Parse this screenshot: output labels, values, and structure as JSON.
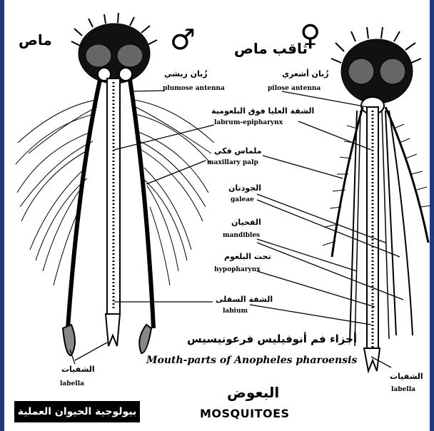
{
  "colors": {
    "frame_left": "#1f3a7a",
    "frame_right": "#1f3a7a",
    "ink": "#000000",
    "background": "#ffffff"
  },
  "male": {
    "symbol": "♂",
    "title_ar": "ماص"
  },
  "female": {
    "symbol": "♀",
    "title_ar": "ثاقب ماص"
  },
  "labels": {
    "plumose_ar": "زُبان ريشي",
    "plumose_en": "plumose antenna",
    "pilose_ar": "زُبان أشعري",
    "pilose_en": "pilose antenna",
    "labrum_ar": "الشفة العليا فوق البلعومية",
    "labrum_en": "labrum-epipharynx",
    "maxpalp_ar": "ملماس فكي",
    "maxpalp_en": "maxillary palp",
    "galeae_ar": "الجوذتان",
    "galeae_en": "galeae",
    "mandibles_ar": "الفحيان",
    "mandibles_en": "mandibles",
    "hypo_ar": "تحت البلعوم",
    "hypo_en": "hypopharynx",
    "labium_ar": "الشفة السفلى",
    "labium_en": "labium",
    "labella_left_ar": "الشفيات",
    "labella_left_en": "labella",
    "labella_right_ar": "الشفيات",
    "labella_right_en": "labella"
  },
  "caption": {
    "ar": "أجزاء فم أنوفيليس فرعونيسيس",
    "en": "Mouth-parts of Anopheles pharoensis"
  },
  "title": {
    "ar": "البعوض",
    "en": "MOSQUITOES"
  },
  "footer": {
    "text": "بيولوجية الحيوان العملية"
  }
}
